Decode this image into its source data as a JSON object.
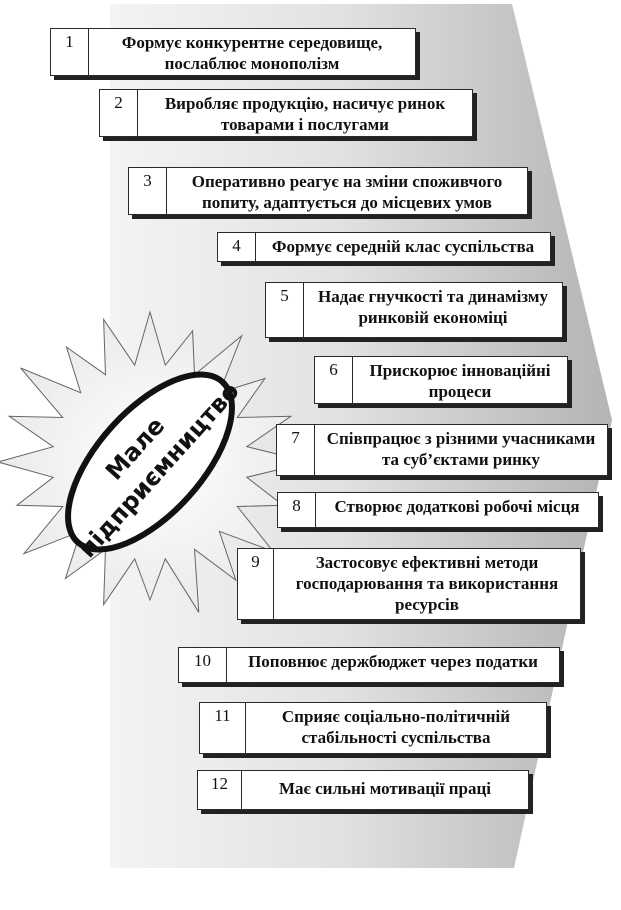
{
  "center": {
    "line1": "Мале",
    "line2": "підприємництво"
  },
  "colors": {
    "arrow_light": "#f2f2f2",
    "arrow_dark": "#b8b8b8",
    "ellipse_border": "#111111",
    "star_fill": "#eeeeee",
    "shadow": "#222222"
  },
  "items": [
    {
      "num": "1",
      "line1": "Формує конкурентне середовище,",
      "line2": "послаблює монополізм"
    },
    {
      "num": "2",
      "line1": "Виробляє продукцію, насичує ринок",
      "line2": "товарами і послугами"
    },
    {
      "num": "3",
      "line1": "Оперативно реагує на зміни споживчого",
      "line2": "попиту, адаптується до місцевих умов"
    },
    {
      "num": "4",
      "line1": "Формує середній клас суспільства"
    },
    {
      "num": "5",
      "line1": "Надає гнучкості та динамізму",
      "line2": "ринковій економіці"
    },
    {
      "num": "6",
      "line1": "Прискорює інноваційні",
      "line2": "процеси"
    },
    {
      "num": "7",
      "line1": "Співпрацює з різними учасниками",
      "line2": "та суб’єктами ринку"
    },
    {
      "num": "8",
      "line1": "Створює додаткові робочі місця"
    },
    {
      "num": "9",
      "line1": "Застосовує ефективні методи",
      "line2": "господарювання та використання",
      "line3": "ресурсів"
    },
    {
      "num": "10",
      "line1": "Поповнює держбюджет через податки"
    },
    {
      "num": "11",
      "line1": "Сприяє соціально-політичній",
      "line2": "стабільності суспільства"
    },
    {
      "num": "12",
      "line1": "Має сильні мотивації праці"
    }
  ]
}
